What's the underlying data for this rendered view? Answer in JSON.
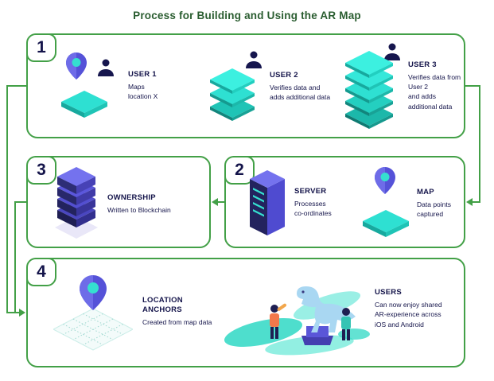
{
  "title": "Process for Building and Using the AR Map",
  "steps": [
    {
      "number": "1",
      "items": [
        {
          "label": "USER 1",
          "desc": "Maps\nlocation X"
        },
        {
          "label": "USER 2",
          "desc": "Verifies data and\nadds additional data"
        },
        {
          "label": "USER 3",
          "desc": "Verifies data from User 2\nand adds additional data"
        }
      ]
    },
    {
      "number": "2",
      "items": [
        {
          "label": "SERVER",
          "desc": "Processes\nco-ordinates"
        },
        {
          "label": "MAP",
          "desc": "Data points\ncaptured"
        }
      ]
    },
    {
      "number": "3",
      "items": [
        {
          "label": "OWNERSHIP",
          "desc": "Written to Blockchain"
        }
      ]
    },
    {
      "number": "4",
      "items": [
        {
          "label": "LOCATION\nANCHORS",
          "desc": "Created from map data"
        },
        {
          "label": "USERS",
          "desc": "Can now enjoy shared\nAR-experience across\niOS and Android"
        }
      ]
    }
  ],
  "icons": [
    "location-pin-icon",
    "person-icon",
    "map-tile-icon",
    "layer-stack-icon",
    "server-tower-icon",
    "blockchain-tower-icon",
    "grid-map-icon",
    "ar-scene-illustration"
  ],
  "colors": {
    "accent_green": "#43a047",
    "navy_text": "#14144a",
    "teal": "#2ee0d2",
    "purple": "#5552d8",
    "title_green": "#2a5d30"
  }
}
